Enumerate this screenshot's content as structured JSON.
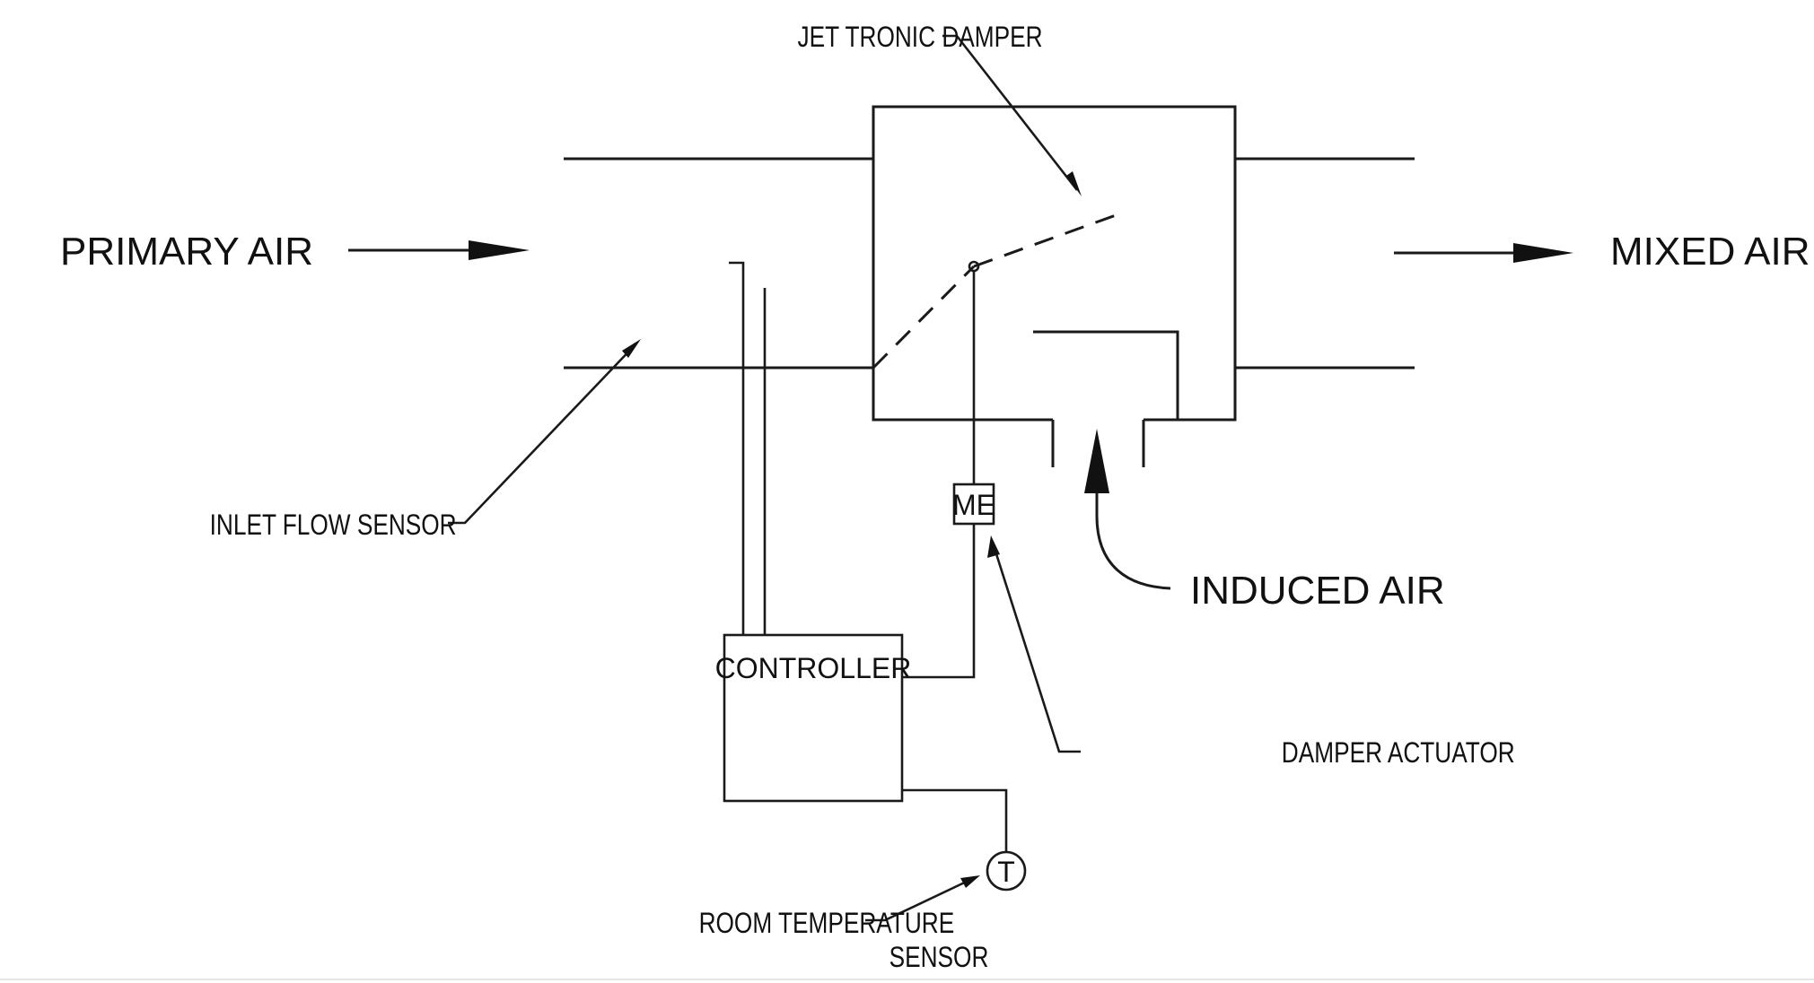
{
  "labels": {
    "primary_air": "PRIMARY AIR",
    "mixed_air": "MIXED AIR",
    "induced_air": "INDUCED AIR",
    "jet_tronic_damper": "JET TRONIC DAMPER",
    "inlet_flow_sensor": "INLET FLOW SENSOR",
    "damper_actuator": "DAMPER ACTUATOR",
    "room_temperature_sensor_line1": "ROOM TEMPERATURE",
    "room_temperature_sensor_line2": "SENSOR",
    "controller": "CONTROLLER",
    "actuator_symbol": "ME",
    "thermostat_symbol": "T"
  }
}
